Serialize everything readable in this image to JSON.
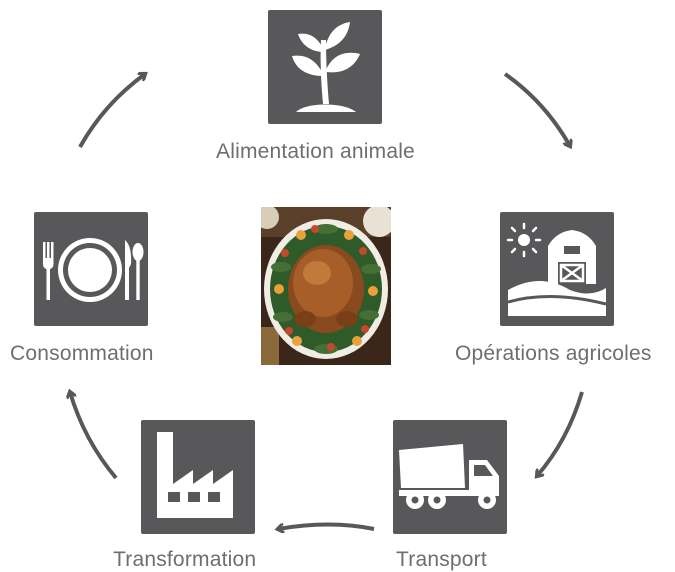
{
  "steps": [
    {
      "label": "Alimentation animale",
      "icon": "plant-sprout-icon"
    },
    {
      "label": "Opérations agricoles",
      "icon": "farm-barn-icon"
    },
    {
      "label": "Transport",
      "icon": "dump-truck-icon"
    },
    {
      "label": "Transformation",
      "icon": "factory-icon"
    },
    {
      "label": "Consommation",
      "icon": "plate-cutlery-icon"
    }
  ],
  "center_image": "roast-turkey-photo",
  "colors": {
    "tile": "#58585a",
    "label": "#6e6e70",
    "arrow": "#58585a"
  }
}
